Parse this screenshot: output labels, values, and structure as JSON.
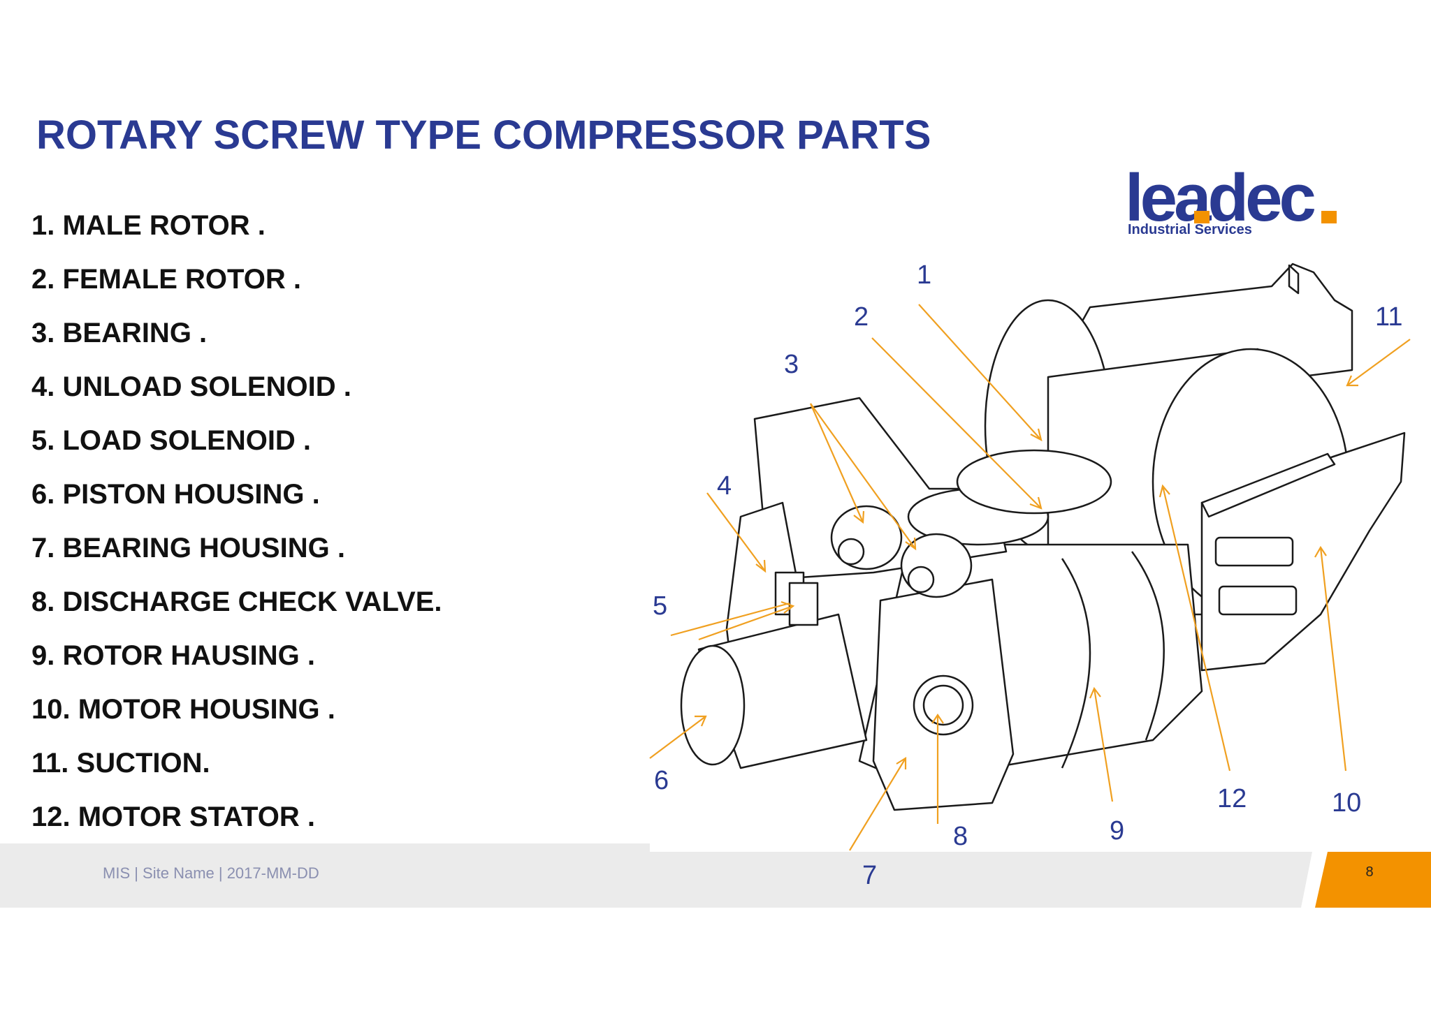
{
  "slide": {
    "title": "ROTARY SCREW TYPE COMPRESSOR PARTS",
    "parts": [
      "1.  MALE ROTOR .",
      "2.  FEMALE ROTOR .",
      "3.  BEARING .",
      "4. UNLOAD SOLENOID .",
      "5. LOAD SOLENOID .",
      "6. PISTON HOUSING .",
      "7. BEARING HOUSING .",
      "8. DISCHARGE CHECK VALVE.",
      "9. ROTOR HAUSING .",
      "10. MOTOR HOUSING .",
      "11. SUCTION.",
      "12. MOTOR STATOR ."
    ],
    "logo": {
      "word": "leadec",
      "subtitle": "Industrial Services"
    },
    "callouts": [
      "1",
      "2",
      "3",
      "4",
      "5",
      "6",
      "7",
      "8",
      "9",
      "10",
      "11",
      "12"
    ],
    "footer": {
      "text": "MIS |  Site Name  |  2017-MM-DD",
      "page": "8"
    },
    "colors": {
      "title": "#2a3a92",
      "accent": "#f39200",
      "arrow": "#f0a020",
      "footer_band": "#ebebeb"
    }
  }
}
